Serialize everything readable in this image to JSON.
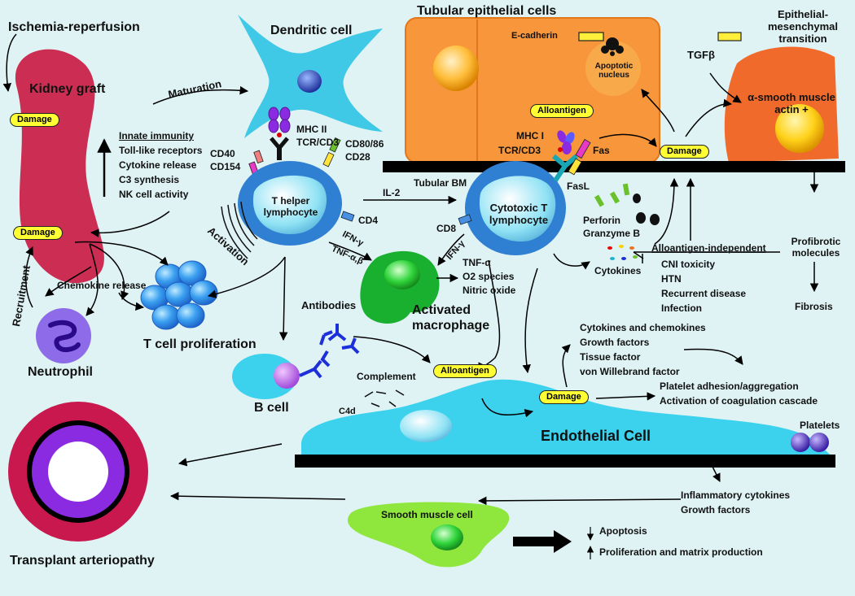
{
  "labels": {
    "ischemia": "Ischemia-reperfusion",
    "kidney_graft": "Kidney graft",
    "dendritic_cell": "Dendritic cell",
    "maturation": "Maturation",
    "tubular_epithelial": "Tubular epithelial cells",
    "e_cadherin": "E-cadherin",
    "apoptotic_nucleus": "Apoptotic nucleus",
    "tgfb": "TGFβ",
    "emt": "Epithelial-mesenchymal transition",
    "alpha_sma": "α-smooth muscle actin +",
    "innate_immunity": "Innate immunity",
    "innate_items": [
      "Toll-like receptors",
      "Cytokine release",
      "C3 synthesis",
      "NK cell activity"
    ],
    "mhc_ii": "MHC II",
    "tcr_cd3_th": "TCR/CD3",
    "cd40": "CD40",
    "cd154": "CD154",
    "cd80_86": "CD80/86",
    "cd28": "CD28",
    "t_helper": "T helper lymphocyte",
    "cd4": "CD4",
    "il2": "IL-2",
    "tubular_bm": "Tubular BM",
    "mhc_i": "MHC  I",
    "tcr_cd3_ct": "TCR/CD3",
    "fas": "Fas",
    "fasl": "FasL",
    "cytotoxic": "Cytotoxic T lymphocyte",
    "cd8": "CD8",
    "perforin": "Perforin",
    "granzyme": "Granzyme B",
    "cytokines": "Cytokines",
    "activation": "Activation",
    "ifn_g1": "IFN-γ",
    "tnf_ab": "TNF-α,β",
    "ifn_g2": "IFN-γ",
    "macrophage_products": [
      "TNF-α",
      "O2 species",
      "Nitric oxide"
    ],
    "activated_macrophage": "Activated macrophage",
    "chemokine_release": "Chemokine release",
    "recruitment": "Recruitment",
    "t_cell_prolif": "T cell proliferation",
    "neutrophil": "Neutrophil",
    "antibodies": "Antibodies",
    "b_cell": "B cell",
    "complement": "Complement",
    "c4d": "C4d",
    "alloantigen_indep": "Alloantigen-independent",
    "indep_items": [
      "CNI toxicity",
      "HTN",
      "Recurrent disease",
      "Infection"
    ],
    "profibrotic": "Profibrotic molecules",
    "fibrosis": "Fibrosis",
    "endo_factors": [
      "Cytokines and chemokines",
      "Growth factors",
      "Tissue factor",
      "von Willebrand factor"
    ],
    "platelet_effects": [
      "Platelet adhesion/aggregation",
      "Activation of coagulation cascade"
    ],
    "endothelial_cell": "Endothelial Cell",
    "platelets": "Platelets",
    "inflam_growth": [
      "Inflammatory cytokines",
      "Growth factors"
    ],
    "smooth_muscle": "Smooth muscle cell",
    "apoptosis": "Apoptosis",
    "prolif_matrix": "Proliferation and matrix production",
    "transplant_arteriopathy": "Transplant arteriopathy"
  },
  "badges": {
    "damage": "Damage",
    "alloantigen": "Alloantigen"
  },
  "colors": {
    "background": "#dff3f5",
    "kidney": "#cc2d52",
    "dendritic": "#3fc9e6",
    "t_cell": "#2f7fd3",
    "tubular": "#f7963a",
    "emt_cell": "#f06b2b",
    "endothelial": "#3cd2ee",
    "macrophage": "#19b02f",
    "smooth_muscle": "#8fe63c",
    "neutrophil": "#8e6be8",
    "arteriopathy_outer": "#c8184e",
    "arteriopathy_ring": "#8a2be2",
    "badge": "#ffff33"
  }
}
